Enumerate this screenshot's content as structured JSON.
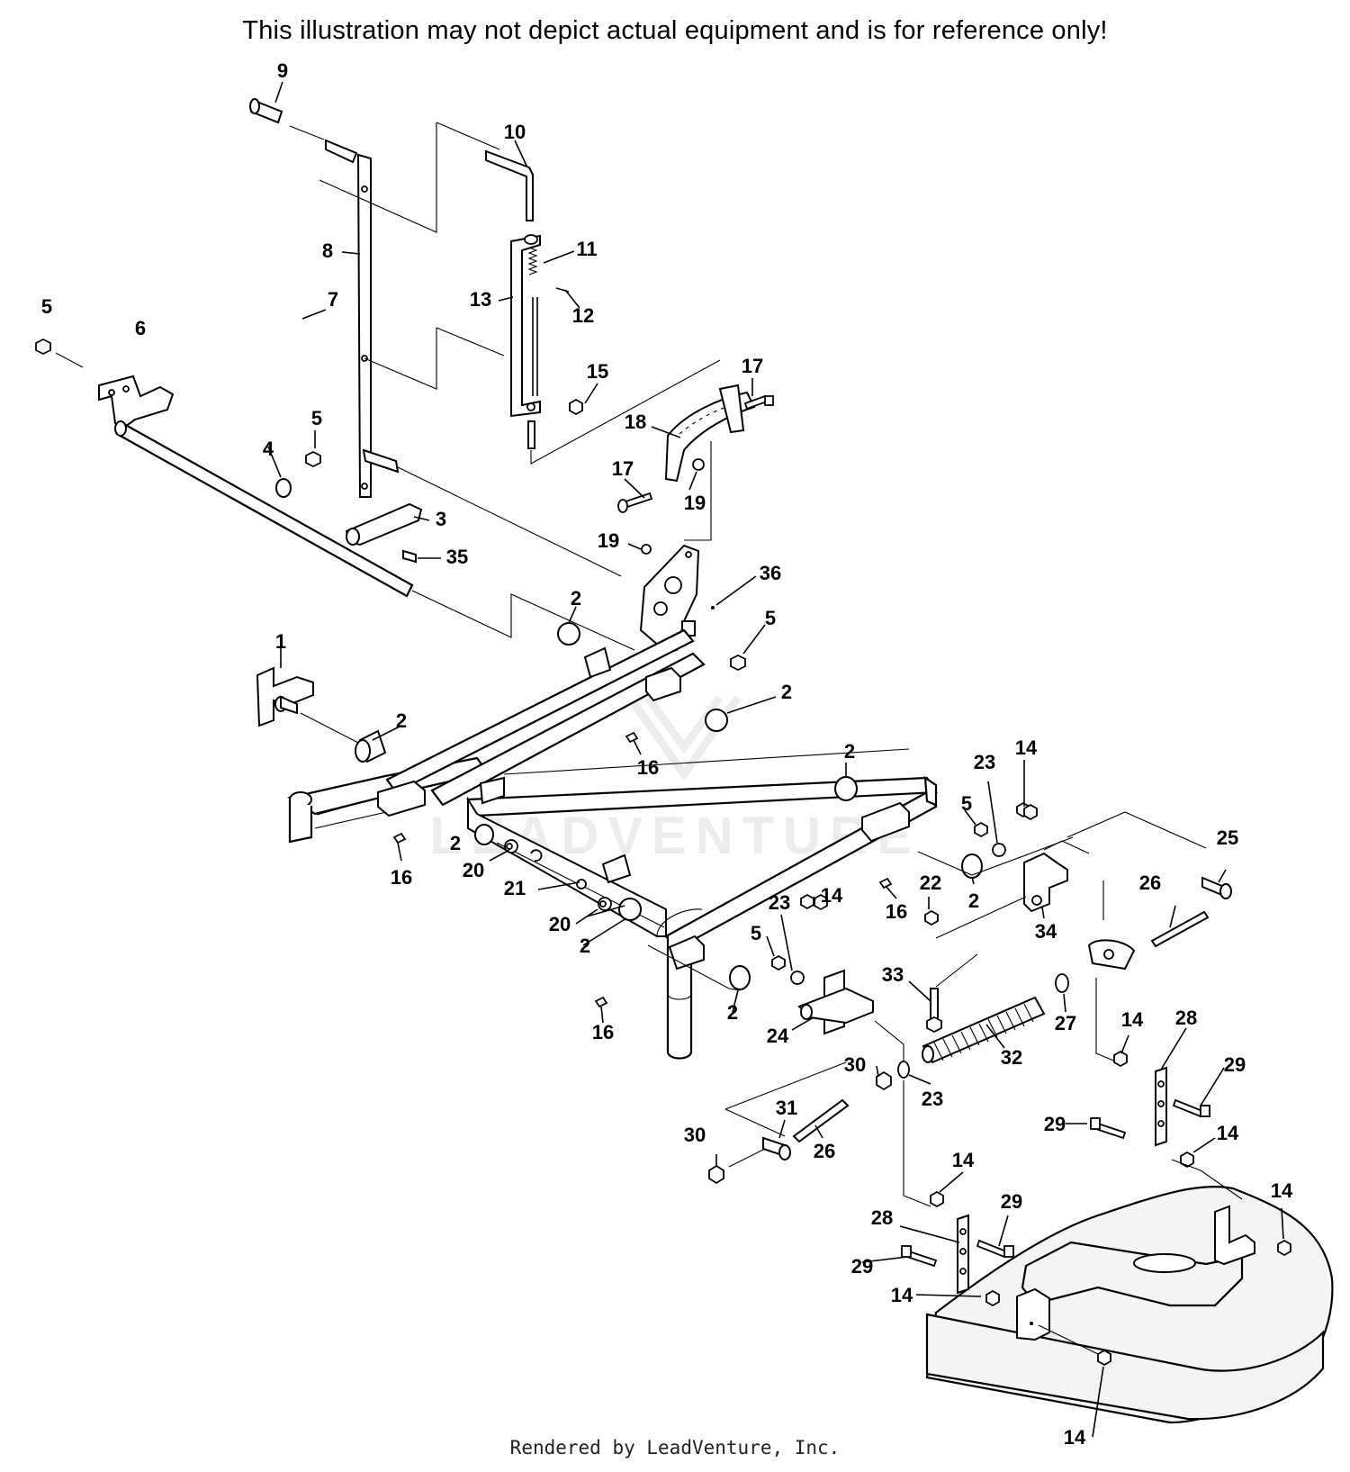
{
  "disclaimer": "This illustration may not depict actual equipment and is for reference only!",
  "footer": "Rendered by LeadVenture, Inc.",
  "watermark": "LEADVENTURE",
  "callouts": [
    {
      "id": "c9",
      "label": "9"
    },
    {
      "id": "c10",
      "label": "10"
    },
    {
      "id": "c11",
      "label": "11"
    },
    {
      "id": "c8",
      "label": "8"
    },
    {
      "id": "c13",
      "label": "13"
    },
    {
      "id": "c12",
      "label": "12"
    },
    {
      "id": "c7",
      "label": "7"
    },
    {
      "id": "c5a",
      "label": "5"
    },
    {
      "id": "c6",
      "label": "6"
    },
    {
      "id": "c15",
      "label": "15"
    },
    {
      "id": "c17a",
      "label": "17"
    },
    {
      "id": "c18",
      "label": "18"
    },
    {
      "id": "c5b",
      "label": "5"
    },
    {
      "id": "c4",
      "label": "4"
    },
    {
      "id": "c17b",
      "label": "17"
    },
    {
      "id": "c19a",
      "label": "19"
    },
    {
      "id": "c3",
      "label": "3"
    },
    {
      "id": "c19b",
      "label": "19"
    },
    {
      "id": "c35",
      "label": "35"
    },
    {
      "id": "c36",
      "label": "36"
    },
    {
      "id": "c2a",
      "label": "2"
    },
    {
      "id": "c5c",
      "label": "5"
    },
    {
      "id": "c1",
      "label": "1"
    },
    {
      "id": "c2b",
      "label": "2"
    },
    {
      "id": "c2c",
      "label": "2"
    },
    {
      "id": "c16a",
      "label": "16"
    },
    {
      "id": "c2d",
      "label": "2"
    },
    {
      "id": "c14a",
      "label": "14"
    },
    {
      "id": "c23a",
      "label": "23"
    },
    {
      "id": "c5d",
      "label": "5"
    },
    {
      "id": "c2e",
      "label": "2"
    },
    {
      "id": "c16b",
      "label": "16"
    },
    {
      "id": "c20a",
      "label": "20"
    },
    {
      "id": "c25",
      "label": "25"
    },
    {
      "id": "c22",
      "label": "22"
    },
    {
      "id": "c21",
      "label": "21"
    },
    {
      "id": "c16c",
      "label": "16"
    },
    {
      "id": "c2f",
      "label": "2"
    },
    {
      "id": "c26a",
      "label": "26"
    },
    {
      "id": "c20b",
      "label": "20"
    },
    {
      "id": "c23b",
      "label": "23"
    },
    {
      "id": "c14b",
      "label": "14"
    },
    {
      "id": "c34",
      "label": "34"
    },
    {
      "id": "c2g",
      "label": "2"
    },
    {
      "id": "c5e",
      "label": "5"
    },
    {
      "id": "c33",
      "label": "33"
    },
    {
      "id": "c27",
      "label": "27"
    },
    {
      "id": "c14c",
      "label": "14"
    },
    {
      "id": "c28a",
      "label": "28"
    },
    {
      "id": "c2h",
      "label": "2"
    },
    {
      "id": "c16d",
      "label": "16"
    },
    {
      "id": "c24",
      "label": "24"
    },
    {
      "id": "c32",
      "label": "32"
    },
    {
      "id": "c29a",
      "label": "29"
    },
    {
      "id": "c30a",
      "label": "30"
    },
    {
      "id": "c23c",
      "label": "23"
    },
    {
      "id": "c31",
      "label": "31"
    },
    {
      "id": "c29b",
      "label": "29"
    },
    {
      "id": "c14d",
      "label": "14"
    },
    {
      "id": "c26b",
      "label": "26"
    },
    {
      "id": "c30b",
      "label": "30"
    },
    {
      "id": "c14e",
      "label": "14"
    },
    {
      "id": "c29c",
      "label": "29"
    },
    {
      "id": "c14f",
      "label": "14"
    },
    {
      "id": "c28b",
      "label": "28"
    },
    {
      "id": "c29d",
      "label": "29"
    },
    {
      "id": "c14g",
      "label": "14"
    },
    {
      "id": "c14h",
      "label": "14"
    }
  ]
}
